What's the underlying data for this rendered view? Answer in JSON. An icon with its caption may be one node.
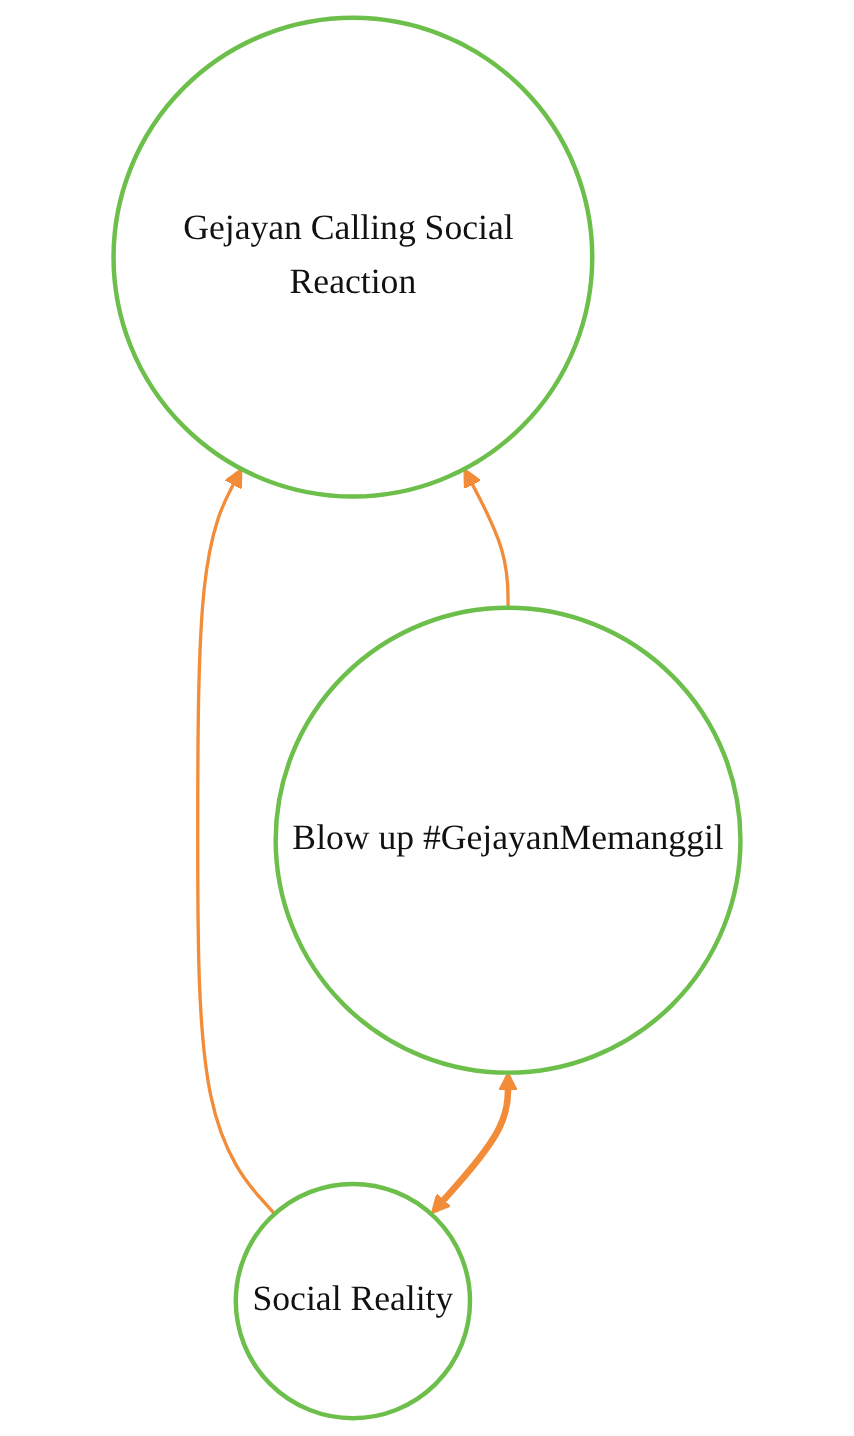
{
  "diagram": {
    "nodes": [
      {
        "text": [
          "Gejayan Calling Social Reaction"
        ]
      },
      {
        "text": [
          "Social Reality"
        ]
      },
      {
        "text": [
          "Blow up #GejayanMemanggil"
        ]
      }
    ],
    "edges": [
      {
        "from": 1,
        "to": 0,
        "arrow": "to"
      },
      {
        "from": 2,
        "to": 0,
        "arrow": "to"
      },
      {
        "from": 1,
        "to": 2,
        "arrow": "both",
        "style": "thick"
      }
    ]
  }
}
